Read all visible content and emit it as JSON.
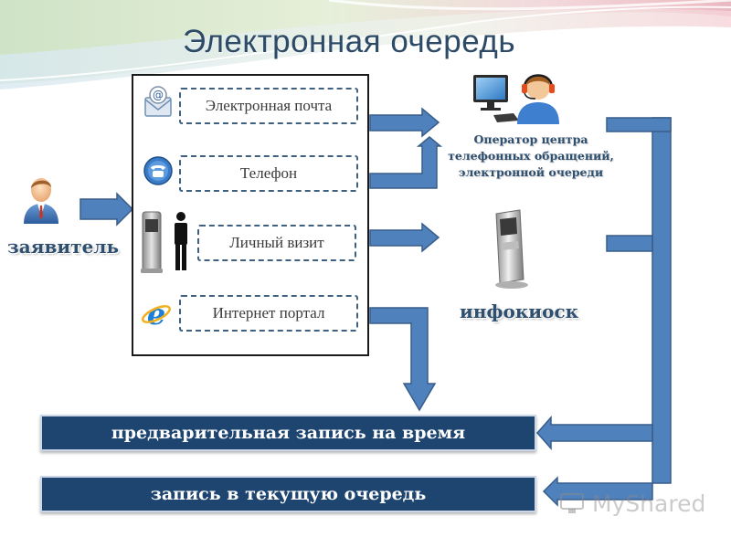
{
  "title": "Электронная очередь",
  "applicant": {
    "label": "заявитель",
    "icon": "person-icon"
  },
  "channels": [
    {
      "label": "Электронная почта",
      "icon": "email-icon"
    },
    {
      "label": "Телефон",
      "icon": "phone-icon"
    },
    {
      "label": "Личный визит",
      "icon": "kiosk-visitor-icon"
    },
    {
      "label": "Интернет портал",
      "icon": "internet-explorer-icon"
    }
  ],
  "operator": {
    "lines": [
      "Оператор центра",
      "телефонных обращений,",
      "электронной очереди"
    ],
    "icon": "operator-computer-icon"
  },
  "kiosk": {
    "label": "инфокиоск",
    "icon": "infokiosk-icon"
  },
  "outcomes": [
    "предварительная запись на время",
    "запись в текущую очередь"
  ],
  "watermark": "MyShared",
  "colors": {
    "arrow_fill": "#4f81bd",
    "arrow_stroke": "#385d8a",
    "bar_fill": "#1e4470",
    "title": "#2d4a66",
    "dashed_border": "#3f607f"
  }
}
